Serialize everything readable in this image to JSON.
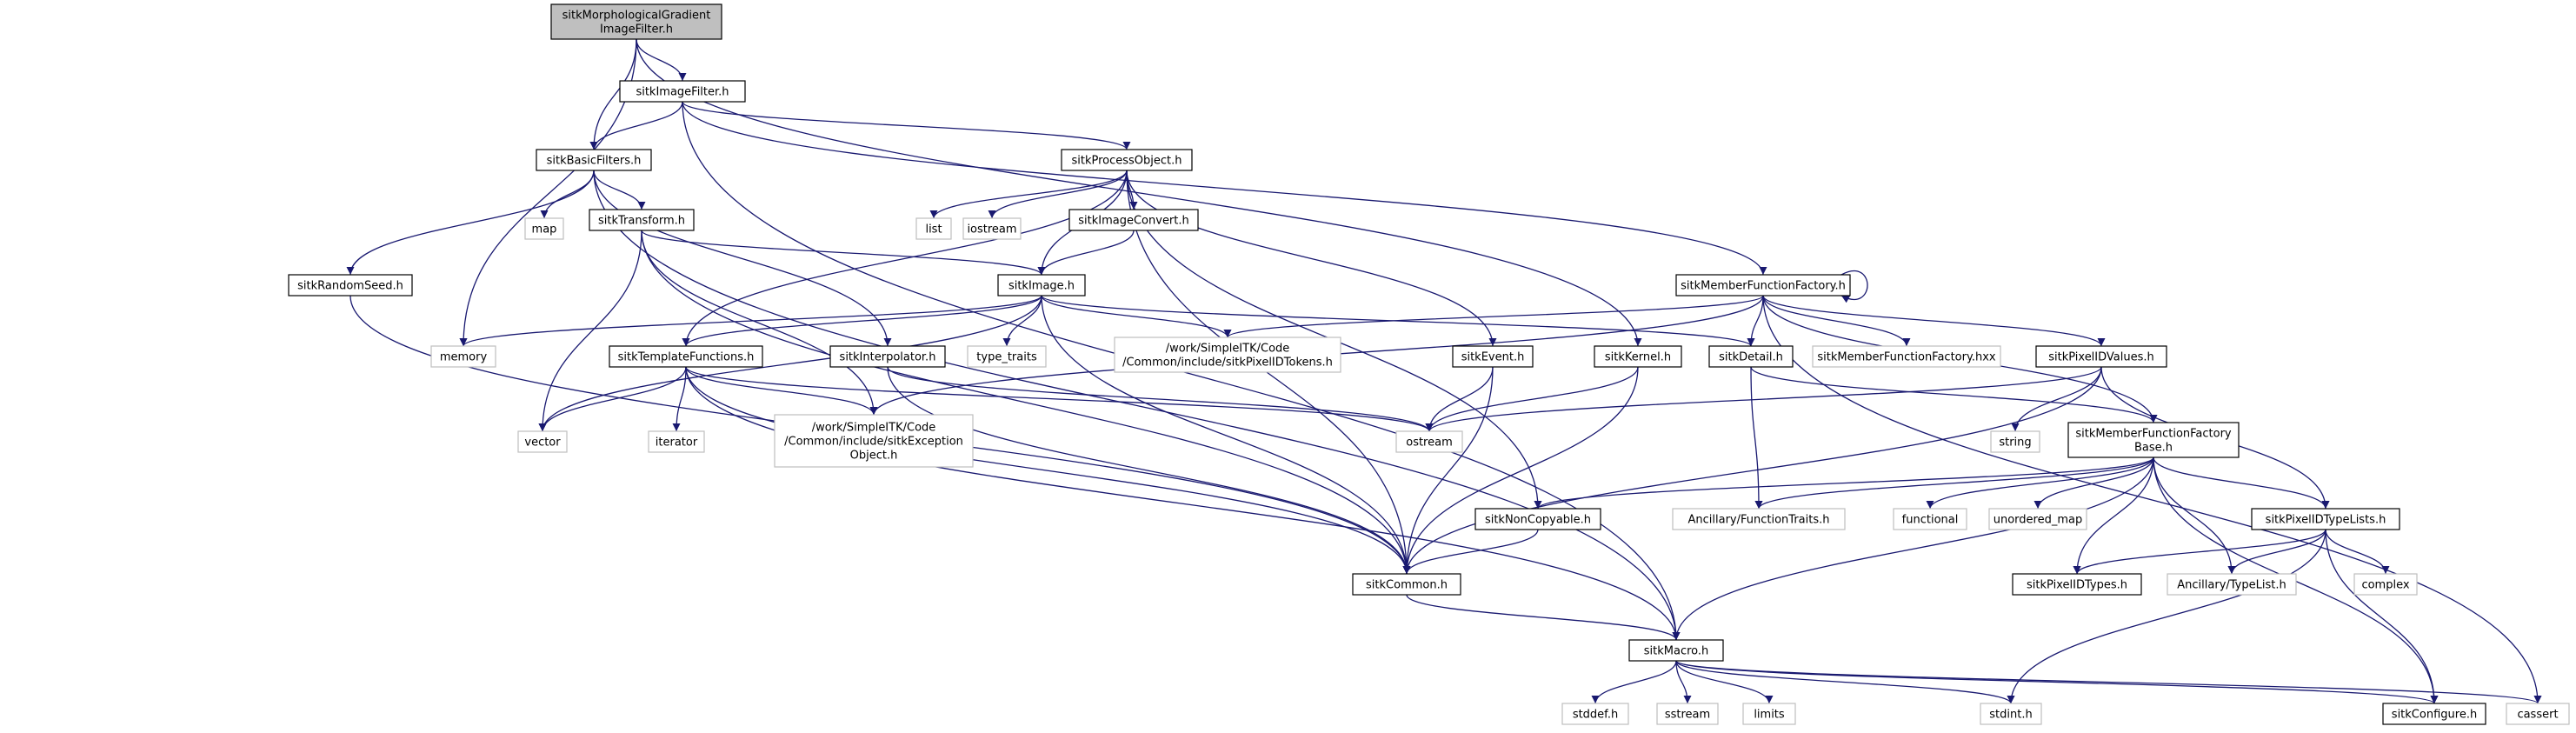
{
  "colors": {
    "edge": "#191970",
    "root_fill": "#bfbfbf",
    "primary_border": "#000000",
    "external_border": "#bfbfbf",
    "background": "#ffffff"
  },
  "nodes": {
    "n_root": {
      "lines": [
        "sitkMorphologicalGradient",
        "ImageFilter.h"
      ],
      "kind": "root"
    },
    "n_imagefilter": {
      "lines": [
        "sitkImageFilter.h"
      ],
      "kind": "primary"
    },
    "n_basicfilters": {
      "lines": [
        "sitkBasicFilters.h"
      ],
      "kind": "primary"
    },
    "n_processobject": {
      "lines": [
        "sitkProcessObject.h"
      ],
      "kind": "primary"
    },
    "n_map": {
      "lines": [
        "map"
      ],
      "kind": "external"
    },
    "n_list": {
      "lines": [
        "list"
      ],
      "kind": "external"
    },
    "n_iostream": {
      "lines": [
        "iostream"
      ],
      "kind": "external"
    },
    "n_imageconvert": {
      "lines": [
        "sitkImageConvert.h"
      ],
      "kind": "primary"
    },
    "n_transform": {
      "lines": [
        "sitkTransform.h"
      ],
      "kind": "primary"
    },
    "n_randomseed": {
      "lines": [
        "sitkRandomSeed.h"
      ],
      "kind": "primary"
    },
    "n_image": {
      "lines": [
        "sitkImage.h"
      ],
      "kind": "primary"
    },
    "n_mff": {
      "lines": [
        "sitkMemberFunctionFactory.h"
      ],
      "kind": "primary"
    },
    "n_memory": {
      "lines": [
        "memory"
      ],
      "kind": "external"
    },
    "n_templatefunctions": {
      "lines": [
        "sitkTemplateFunctions.h"
      ],
      "kind": "primary"
    },
    "n_interpolator": {
      "lines": [
        "sitkInterpolator.h"
      ],
      "kind": "primary"
    },
    "n_typetraits": {
      "lines": [
        "type_traits"
      ],
      "kind": "external"
    },
    "n_pixelidtokens": {
      "lines": [
        "/work/SimpleITK/Code",
        "/Common/include/sitkPixelIDTokens.h"
      ],
      "kind": "external"
    },
    "n_event": {
      "lines": [
        "sitkEvent.h"
      ],
      "kind": "primary"
    },
    "n_kernel": {
      "lines": [
        "sitkKernel.h"
      ],
      "kind": "primary"
    },
    "n_detail": {
      "lines": [
        "sitkDetail.h"
      ],
      "kind": "primary"
    },
    "n_mffhxx": {
      "lines": [
        "sitkMemberFunctionFactory.hxx"
      ],
      "kind": "external"
    },
    "n_pixelidvalues": {
      "lines": [
        "sitkPixelIDValues.h"
      ],
      "kind": "primary"
    },
    "n_vector": {
      "lines": [
        "vector"
      ],
      "kind": "external"
    },
    "n_iterator": {
      "lines": [
        "iterator"
      ],
      "kind": "external"
    },
    "n_exception": {
      "lines": [
        "/work/SimpleITK/Code",
        "/Common/include/sitkException",
        "Object.h"
      ],
      "kind": "external"
    },
    "n_ostream": {
      "lines": [
        "ostream"
      ],
      "kind": "external"
    },
    "n_string": {
      "lines": [
        "string"
      ],
      "kind": "external"
    },
    "n_mffbase": {
      "lines": [
        "sitkMemberFunctionFactory",
        "Base.h"
      ],
      "kind": "primary"
    },
    "n_noncopyable": {
      "lines": [
        "sitkNonCopyable.h"
      ],
      "kind": "primary"
    },
    "n_functiontraits": {
      "lines": [
        "Ancillary/FunctionTraits.h"
      ],
      "kind": "external"
    },
    "n_functional": {
      "lines": [
        "functional"
      ],
      "kind": "external"
    },
    "n_unorderedmap": {
      "lines": [
        "unordered_map"
      ],
      "kind": "external"
    },
    "n_pixelidtypelists": {
      "lines": [
        "sitkPixelIDTypeLists.h"
      ],
      "kind": "primary"
    },
    "n_common": {
      "lines": [
        "sitkCommon.h"
      ],
      "kind": "primary"
    },
    "n_pixelidtypes": {
      "lines": [
        "sitkPixelIDTypes.h"
      ],
      "kind": "primary"
    },
    "n_typelist": {
      "lines": [
        "Ancillary/TypeList.h"
      ],
      "kind": "external"
    },
    "n_complex": {
      "lines": [
        "complex"
      ],
      "kind": "external"
    },
    "n_macro": {
      "lines": [
        "sitkMacro.h"
      ],
      "kind": "primary"
    },
    "n_stddef": {
      "lines": [
        "stddef.h"
      ],
      "kind": "external"
    },
    "n_sstream": {
      "lines": [
        "sstream"
      ],
      "kind": "external"
    },
    "n_limits": {
      "lines": [
        "limits"
      ],
      "kind": "external"
    },
    "n_stdint": {
      "lines": [
        "stdint.h"
      ],
      "kind": "external"
    },
    "n_configure": {
      "lines": [
        "sitkConfigure.h"
      ],
      "kind": "primary"
    },
    "n_cassert": {
      "lines": [
        "cassert"
      ],
      "kind": "external"
    }
  },
  "edges": [
    [
      "n_root",
      "n_imagefilter"
    ],
    [
      "n_root",
      "n_basicfilters"
    ],
    [
      "n_root",
      "n_memory"
    ],
    [
      "n_root",
      "n_kernel"
    ],
    [
      "n_imagefilter",
      "n_basicfilters"
    ],
    [
      "n_imagefilter",
      "n_processobject"
    ],
    [
      "n_imagefilter",
      "n_mff"
    ],
    [
      "n_imagefilter",
      "n_macro"
    ],
    [
      "n_basicfilters",
      "n_map"
    ],
    [
      "n_basicfilters",
      "n_transform"
    ],
    [
      "n_basicfilters",
      "n_randomseed"
    ],
    [
      "n_basicfilters",
      "n_interpolator"
    ],
    [
      "n_basicfilters",
      "n_macro"
    ],
    [
      "n_processobject",
      "n_list"
    ],
    [
      "n_processobject",
      "n_iostream"
    ],
    [
      "n_processobject",
      "n_imageconvert"
    ],
    [
      "n_processobject",
      "n_image"
    ],
    [
      "n_processobject",
      "n_templatefunctions"
    ],
    [
      "n_processobject",
      "n_event"
    ],
    [
      "n_processobject",
      "n_noncopyable"
    ],
    [
      "n_processobject",
      "n_common"
    ],
    [
      "n_imageconvert",
      "n_image"
    ],
    [
      "n_transform",
      "n_image"
    ],
    [
      "n_transform",
      "n_vector"
    ],
    [
      "n_transform",
      "n_exception"
    ],
    [
      "n_transform",
      "n_common"
    ],
    [
      "n_randomseed",
      "n_common"
    ],
    [
      "n_image",
      "n_memory"
    ],
    [
      "n_image",
      "n_templatefunctions"
    ],
    [
      "n_image",
      "n_vector"
    ],
    [
      "n_image",
      "n_typetraits"
    ],
    [
      "n_image",
      "n_pixelidtokens"
    ],
    [
      "n_image",
      "n_detail"
    ],
    [
      "n_image",
      "n_common"
    ],
    [
      "n_mff",
      "n_mff"
    ],
    [
      "n_mff",
      "n_pixelidtokens"
    ],
    [
      "n_mff",
      "n_detail"
    ],
    [
      "n_mff",
      "n_mffhxx"
    ],
    [
      "n_mff",
      "n_pixelidvalues"
    ],
    [
      "n_mff",
      "n_exception"
    ],
    [
      "n_mff",
      "n_mffbase"
    ],
    [
      "n_mff",
      "n_cassert"
    ],
    [
      "n_templatefunctions",
      "n_vector"
    ],
    [
      "n_templatefunctions",
      "n_iterator"
    ],
    [
      "n_templatefunctions",
      "n_exception"
    ],
    [
      "n_templatefunctions",
      "n_ostream"
    ],
    [
      "n_templatefunctions",
      "n_common"
    ],
    [
      "n_templatefunctions",
      "n_macro"
    ],
    [
      "n_interpolator",
      "n_ostream"
    ],
    [
      "n_interpolator",
      "n_common"
    ],
    [
      "n_event",
      "n_ostream"
    ],
    [
      "n_event",
      "n_common"
    ],
    [
      "n_kernel",
      "n_ostream"
    ],
    [
      "n_kernel",
      "n_common"
    ],
    [
      "n_detail",
      "n_mffbase"
    ],
    [
      "n_detail",
      "n_functiontraits"
    ],
    [
      "n_pixelidvalues",
      "n_string"
    ],
    [
      "n_pixelidvalues",
      "n_ostream"
    ],
    [
      "n_pixelidvalues",
      "n_pixelidtypelists"
    ],
    [
      "n_pixelidvalues",
      "n_common"
    ],
    [
      "n_mffbase",
      "n_noncopyable"
    ],
    [
      "n_mffbase",
      "n_functiontraits"
    ],
    [
      "n_mffbase",
      "n_functional"
    ],
    [
      "n_mffbase",
      "n_unorderedmap"
    ],
    [
      "n_mffbase",
      "n_pixelidtypelists"
    ],
    [
      "n_mffbase",
      "n_pixelidtypes"
    ],
    [
      "n_mffbase",
      "n_typelist"
    ],
    [
      "n_mffbase",
      "n_configure"
    ],
    [
      "n_mffbase",
      "n_macro"
    ],
    [
      "n_noncopyable",
      "n_common"
    ],
    [
      "n_pixelidtypelists",
      "n_pixelidtypes"
    ],
    [
      "n_pixelidtypelists",
      "n_typelist"
    ],
    [
      "n_pixelidtypelists",
      "n_complex"
    ],
    [
      "n_pixelidtypelists",
      "n_stdint"
    ],
    [
      "n_pixelidtypelists",
      "n_configure"
    ],
    [
      "n_common",
      "n_macro"
    ],
    [
      "n_macro",
      "n_stddef"
    ],
    [
      "n_macro",
      "n_sstream"
    ],
    [
      "n_macro",
      "n_limits"
    ],
    [
      "n_macro",
      "n_stdint"
    ],
    [
      "n_macro",
      "n_configure"
    ],
    [
      "n_macro",
      "n_cassert"
    ]
  ]
}
